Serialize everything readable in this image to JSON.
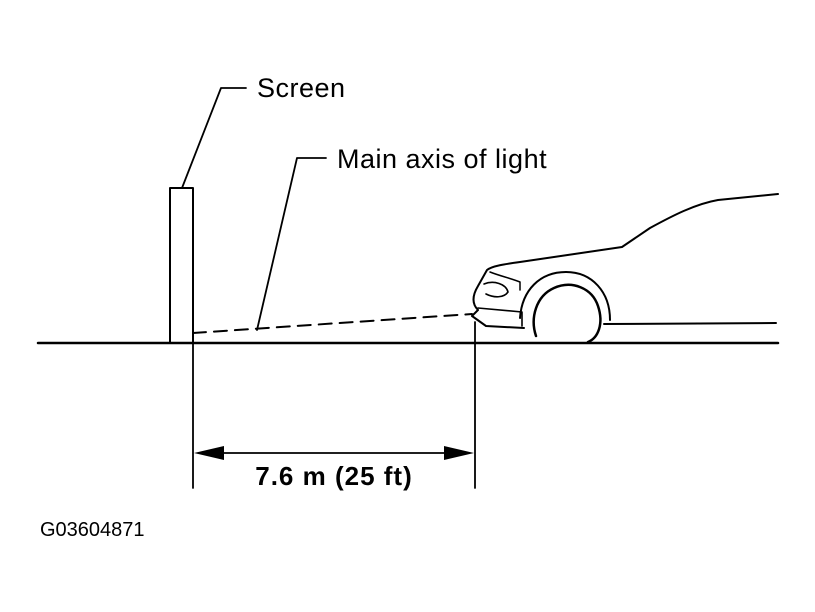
{
  "labels": {
    "screen": "Screen",
    "main_axis": "Main axis of light",
    "distance": "7.6 m (25 ft)",
    "figure_code": "G03604871"
  },
  "icons": {
    "screen_post": "screen-post-icon",
    "car": "car-front-icon"
  },
  "colors": {
    "ink": "#000000",
    "background": "#ffffff"
  }
}
